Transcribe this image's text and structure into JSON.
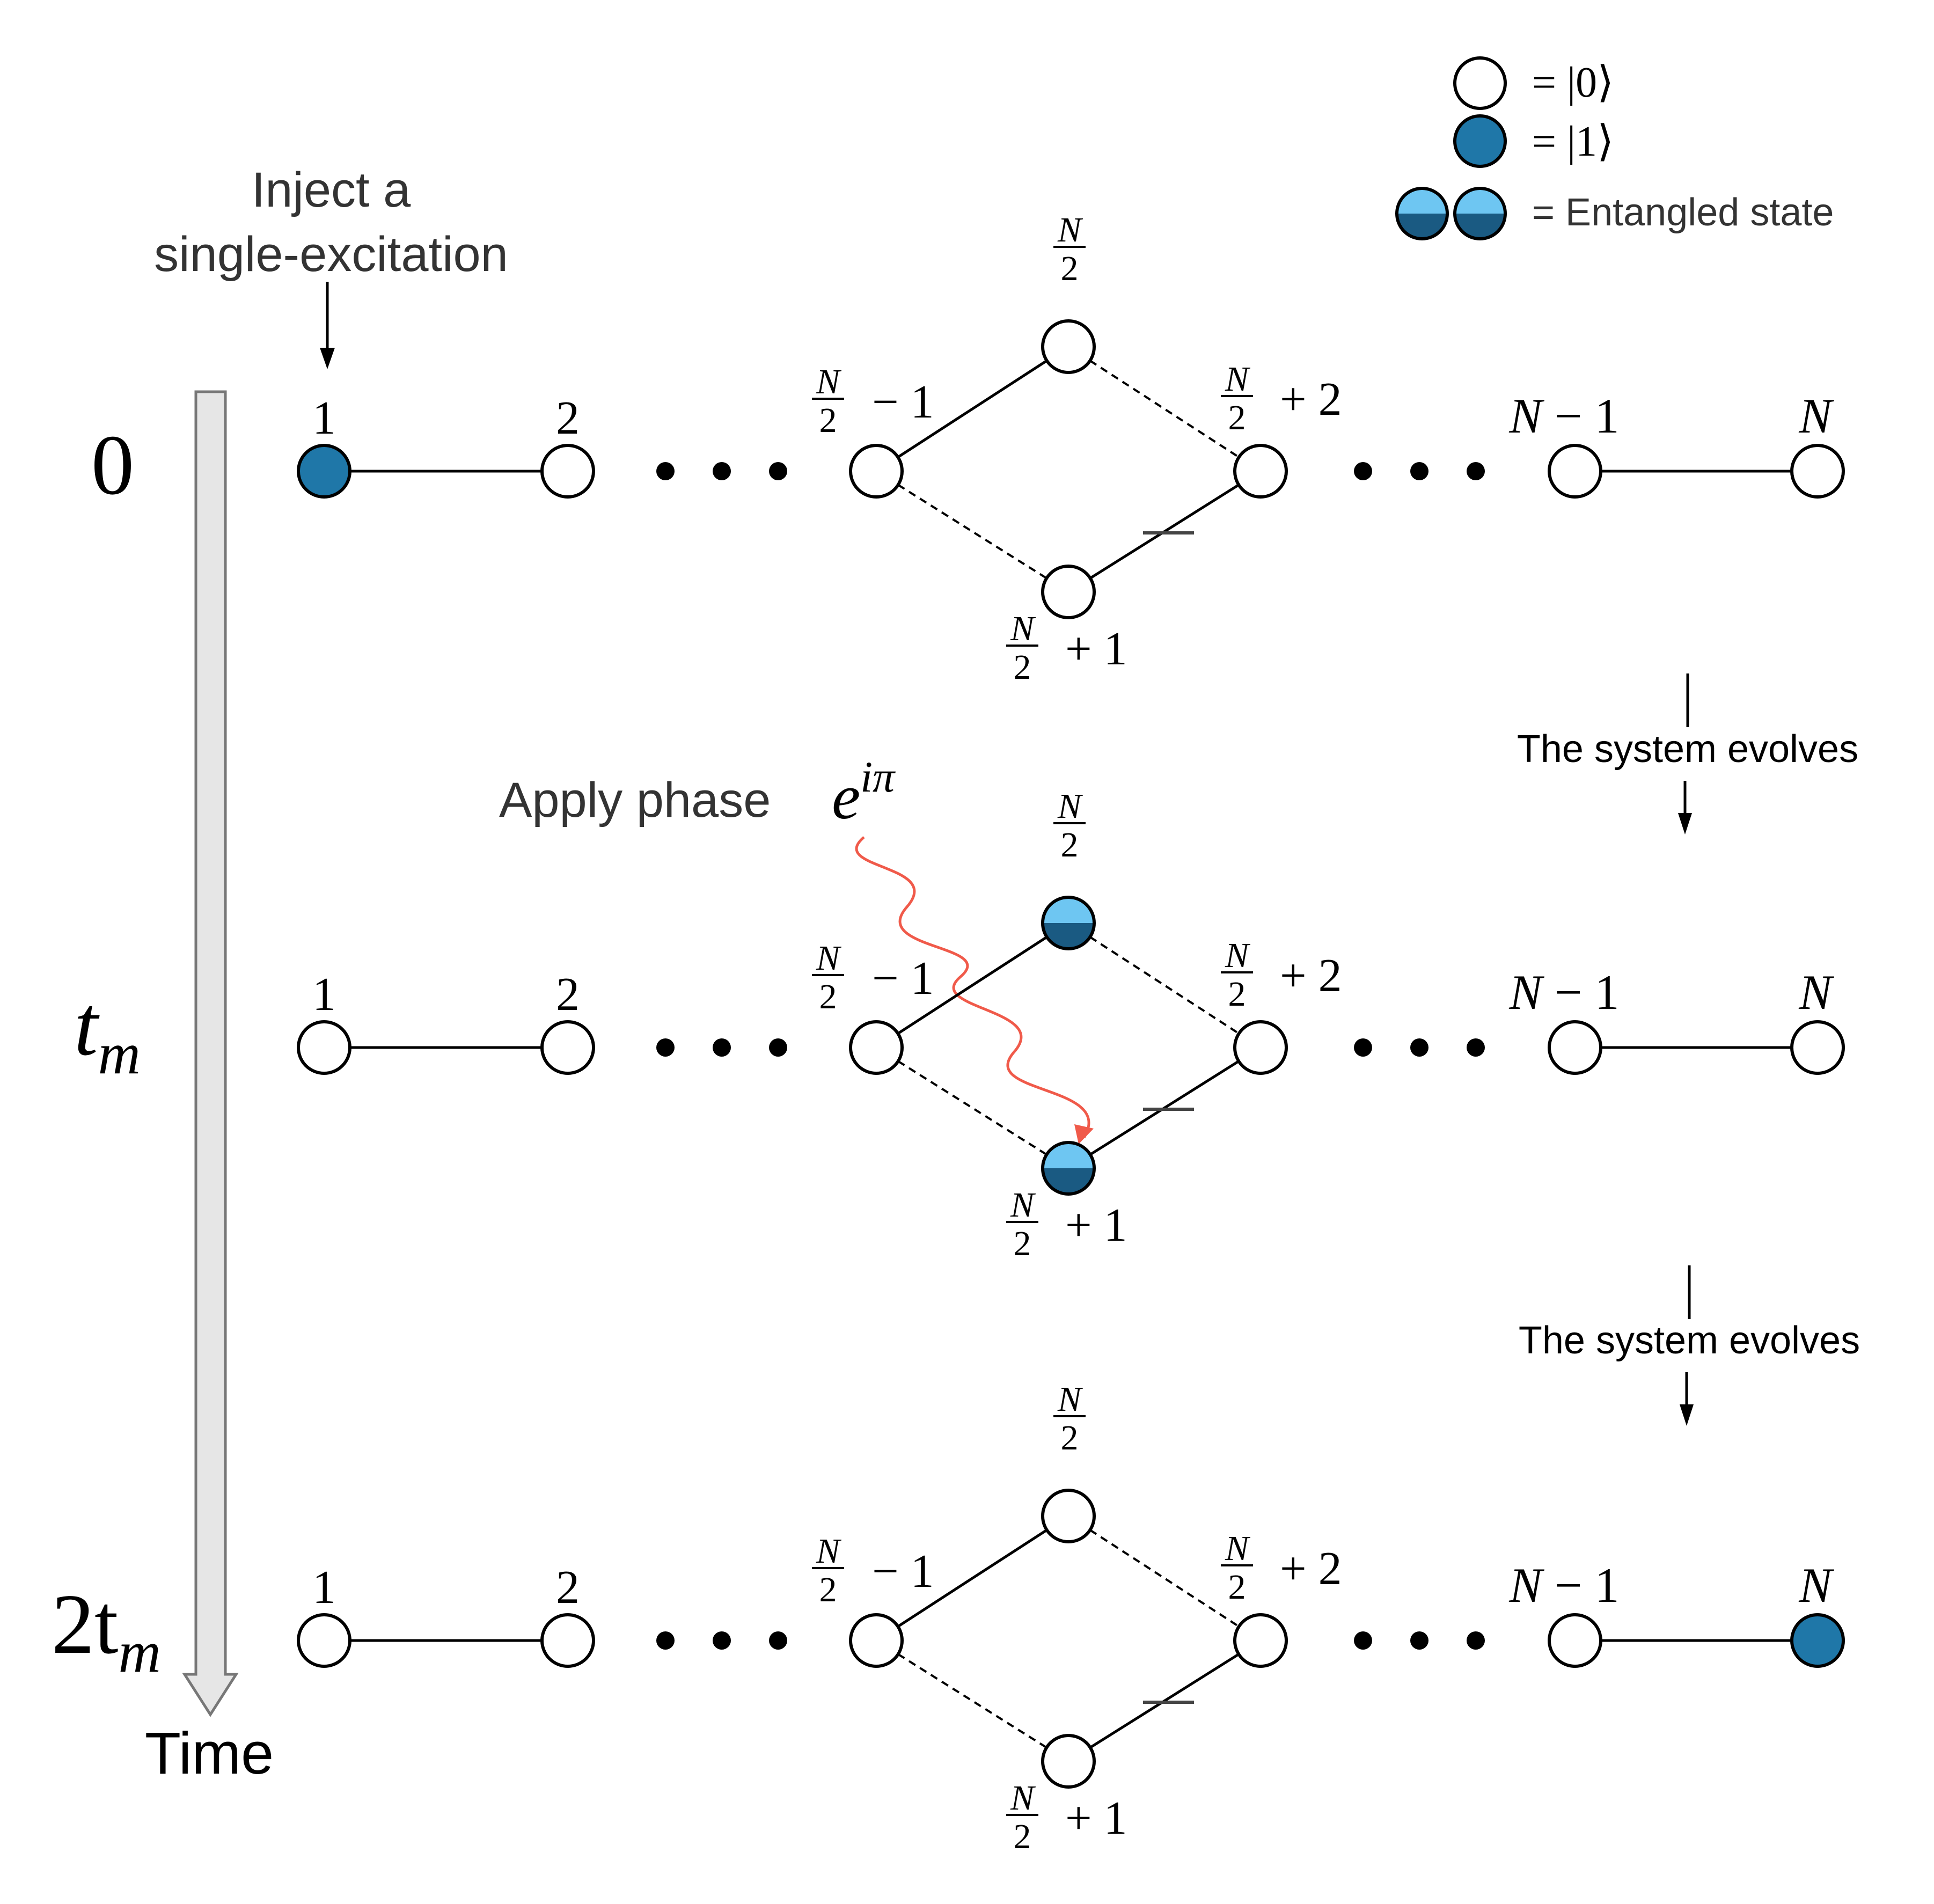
{
  "legend": {
    "state0": "= |0⟩",
    "state1": "= |1⟩",
    "entangled": "= Entangled state"
  },
  "colors": {
    "excited": "#1f77a8",
    "entangled_top": "#6ec6f2",
    "entangled_bottom": "#1a5a82",
    "phase_wave": "#f05a4a",
    "time_arrow": "#e6e6e6"
  },
  "inject": {
    "line1": "Inject a",
    "line2": "single-excitation"
  },
  "time_axis": {
    "label": "Time",
    "rows": [
      {
        "label": "0",
        "sub": ""
      },
      {
        "label": "t",
        "sub": "m"
      },
      {
        "label": "2t",
        "sub": "m"
      }
    ]
  },
  "evolve": {
    "label1": "The system evolves",
    "label2": "The system evolves"
  },
  "phase": {
    "text": "Apply phase",
    "base": "e",
    "exponent": "iπ"
  },
  "chain_labels": {
    "site1": "1",
    "site2": "2",
    "N": "N",
    "two": "2",
    "minus_one": "− 1",
    "plus_one": "+ 1",
    "plus_two": "+ 2",
    "N_minus_1": "N − 1",
    "negative_sign": "−"
  },
  "rows": [
    {
      "excited_site": "1",
      "entangled": false
    },
    {
      "excited_site": "",
      "entangled": true
    },
    {
      "excited_site": "N",
      "entangled": false
    }
  ]
}
